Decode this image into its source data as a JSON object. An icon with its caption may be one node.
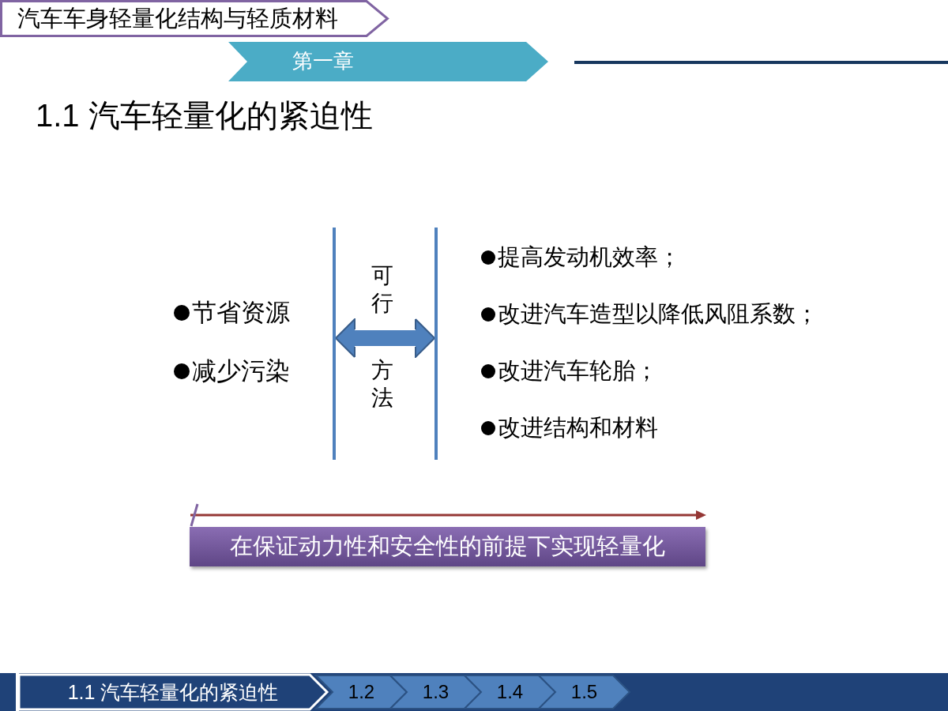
{
  "diagram": {
    "title": "1.1 汽车轻量化的紧迫性",
    "nodes": [
      {
        "text": [
          "汽车车身轻量化结构与轻质材料"
        ]
      },
      {
        "text": [
          "第一章"
        ]
      },
      {
        "text": [
          "节省资源",
          "减少污染"
        ]
      },
      {
        "text": [
          "提高发动机效率；",
          "改进汽车造型以降低风阻系数；",
          "改进汽车轮胎；",
          "改进结构和材料"
        ]
      },
      {
        "text": [
          "在保证动力性和安全性的前提下实现轻量化"
        ]
      },
      {
        "text": [
          "1.1 汽车轻量化的紧迫性"
        ]
      },
      {
        "text": [
          "1.2"
        ]
      },
      {
        "text": [
          "1.3"
        ]
      },
      {
        "text": [
          "1.4"
        ]
      },
      {
        "text": [
          "1.5"
        ]
      }
    ],
    "edges": [
      {
        "from": 2,
        "to": 3,
        "arrow": "both"
      }
    ],
    "labels": [
      "可行",
      "方法"
    ]
  }
}
